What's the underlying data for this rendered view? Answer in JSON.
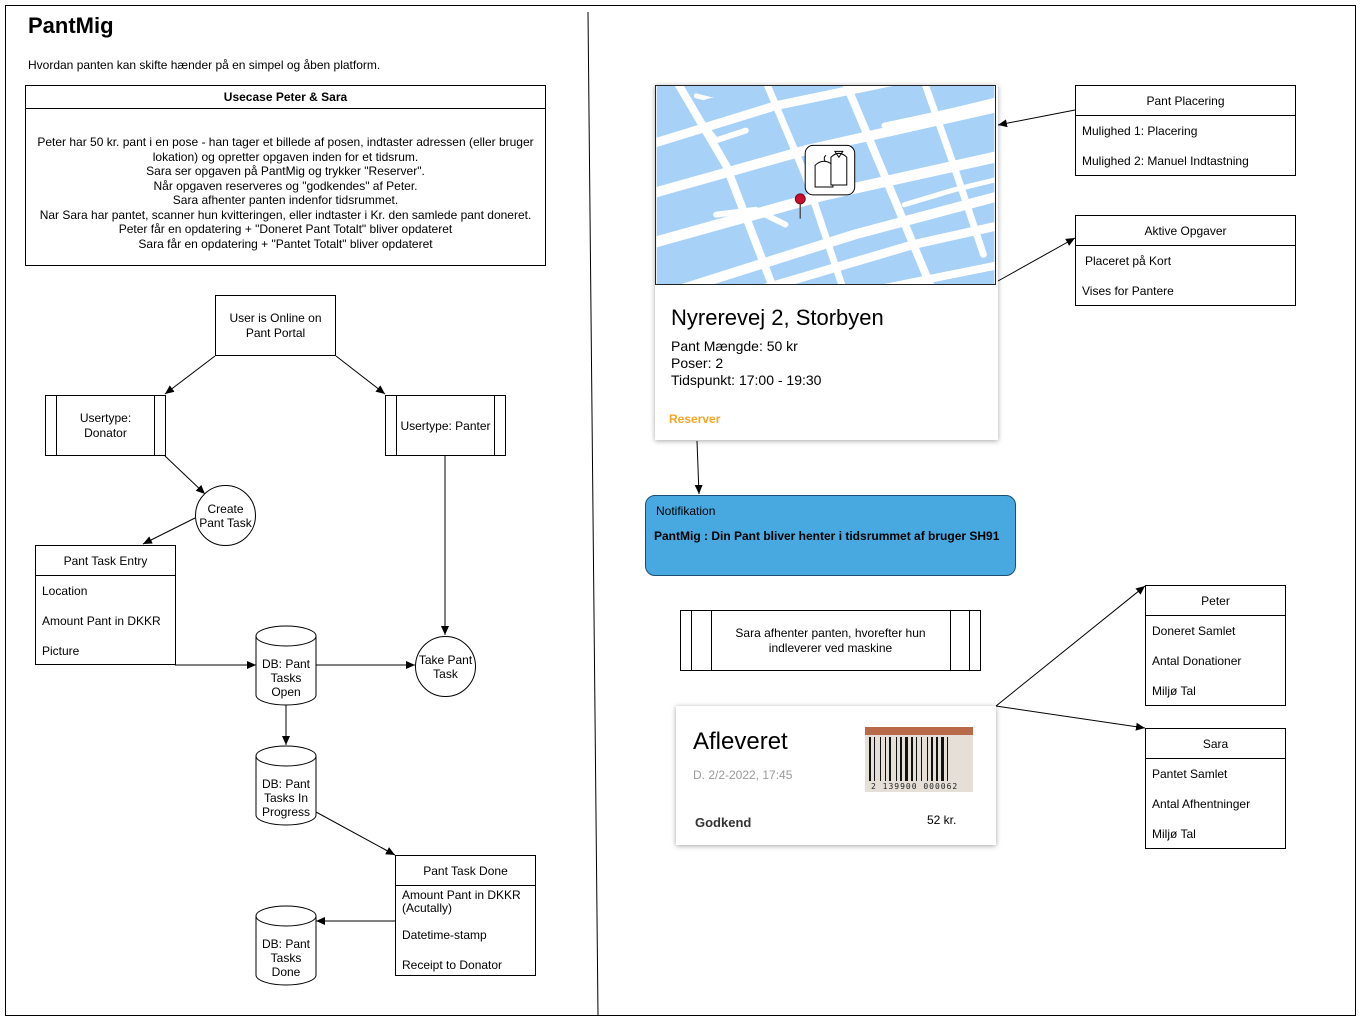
{
  "title": "PantMig",
  "subtitle": "Hvordan panten kan skifte hænder på en simpel og åben platform.",
  "usecase": {
    "header": "Usecase Peter & Sara",
    "lines": [
      "Peter har 50 kr. pant i en pose - han tager et billede af posen, indtaster adressen (eller bruger",
      "lokation) og opretter opgaven inden for et tidsrum.",
      "Sara ser opgaven på PantMig og trykker \"Reserver\".",
      "Når opgaven reserveres og \"godkendes\" af Peter.",
      "Sara afhenter panten indenfor tidsrummet.",
      "Nar Sara har pantet, scanner hun kvitteringen, eller indtaster i Kr. den samlede pant doneret.",
      "Peter får en opdatering + \"Doneret Pant Totalt\" bliver opdateret",
      "Sara får en opdatering + \"Pantet Totalt\" bliver opdateret"
    ]
  },
  "flow": {
    "online": "User is Online on Pant Portal",
    "donator": "Usertype: Donator",
    "panter": "Usertype: Panter",
    "create_task": "Create Pant Task",
    "take_task": "Take Pant Task",
    "entry": {
      "header": "Pant Task Entry",
      "rows": [
        "Location",
        "Amount Pant in DKKR",
        "Picture"
      ]
    },
    "db_open": "DB: Pant Tasks Open",
    "db_progress": "DB: Pant Tasks In Progress",
    "db_done": "DB: Pant Tasks Done",
    "done_table": {
      "header": "Pant Task Done",
      "rows": [
        "Amount Pant in DKKR (Acutally)",
        "Datetime-stamp",
        "Receipt to Donator"
      ]
    }
  },
  "card": {
    "address": "Nyrerevej 2, Storbyen",
    "amount": "Pant Mængde: 50 kr",
    "bags": "Poser: 2",
    "time": "Tidspunkt: 17:00 - 19:30",
    "action": "Reserver"
  },
  "placering": {
    "header": "Pant Placering",
    "rows": [
      "Mulighed 1: Placering",
      "Mulighed 2: Manuel Indtastning"
    ]
  },
  "aktive": {
    "header": "Aktive Opgaver",
    "rows": [
      "Placeret på Kort",
      "Vises for Pantere"
    ]
  },
  "notification": {
    "title": "Notifikation",
    "message": "PantMig : Din Pant bliver henter i tidsrummet af bruger SH91"
  },
  "sara_process": "Sara afhenter panten, hvorefter hun indleverer ved maskine",
  "afleveret": {
    "title": "Afleveret",
    "date": "D. 2/2-2022, 17:45",
    "action": "Godkend",
    "amount": "52 kr.",
    "barcode_number": "2 139900 000062"
  },
  "peter": {
    "header": "Peter",
    "rows": [
      "Doneret Samlet",
      "Antal Donationer",
      "Miljø Tal"
    ]
  },
  "sara": {
    "header": "Sara",
    "rows": [
      "Pantet Samlet",
      "Antal Afhentninger",
      "Miljø Tal"
    ]
  },
  "colors": {
    "notification_bg": "#48a8e0",
    "map_water": "#a8d1f7",
    "reserve": "#f5a623"
  }
}
